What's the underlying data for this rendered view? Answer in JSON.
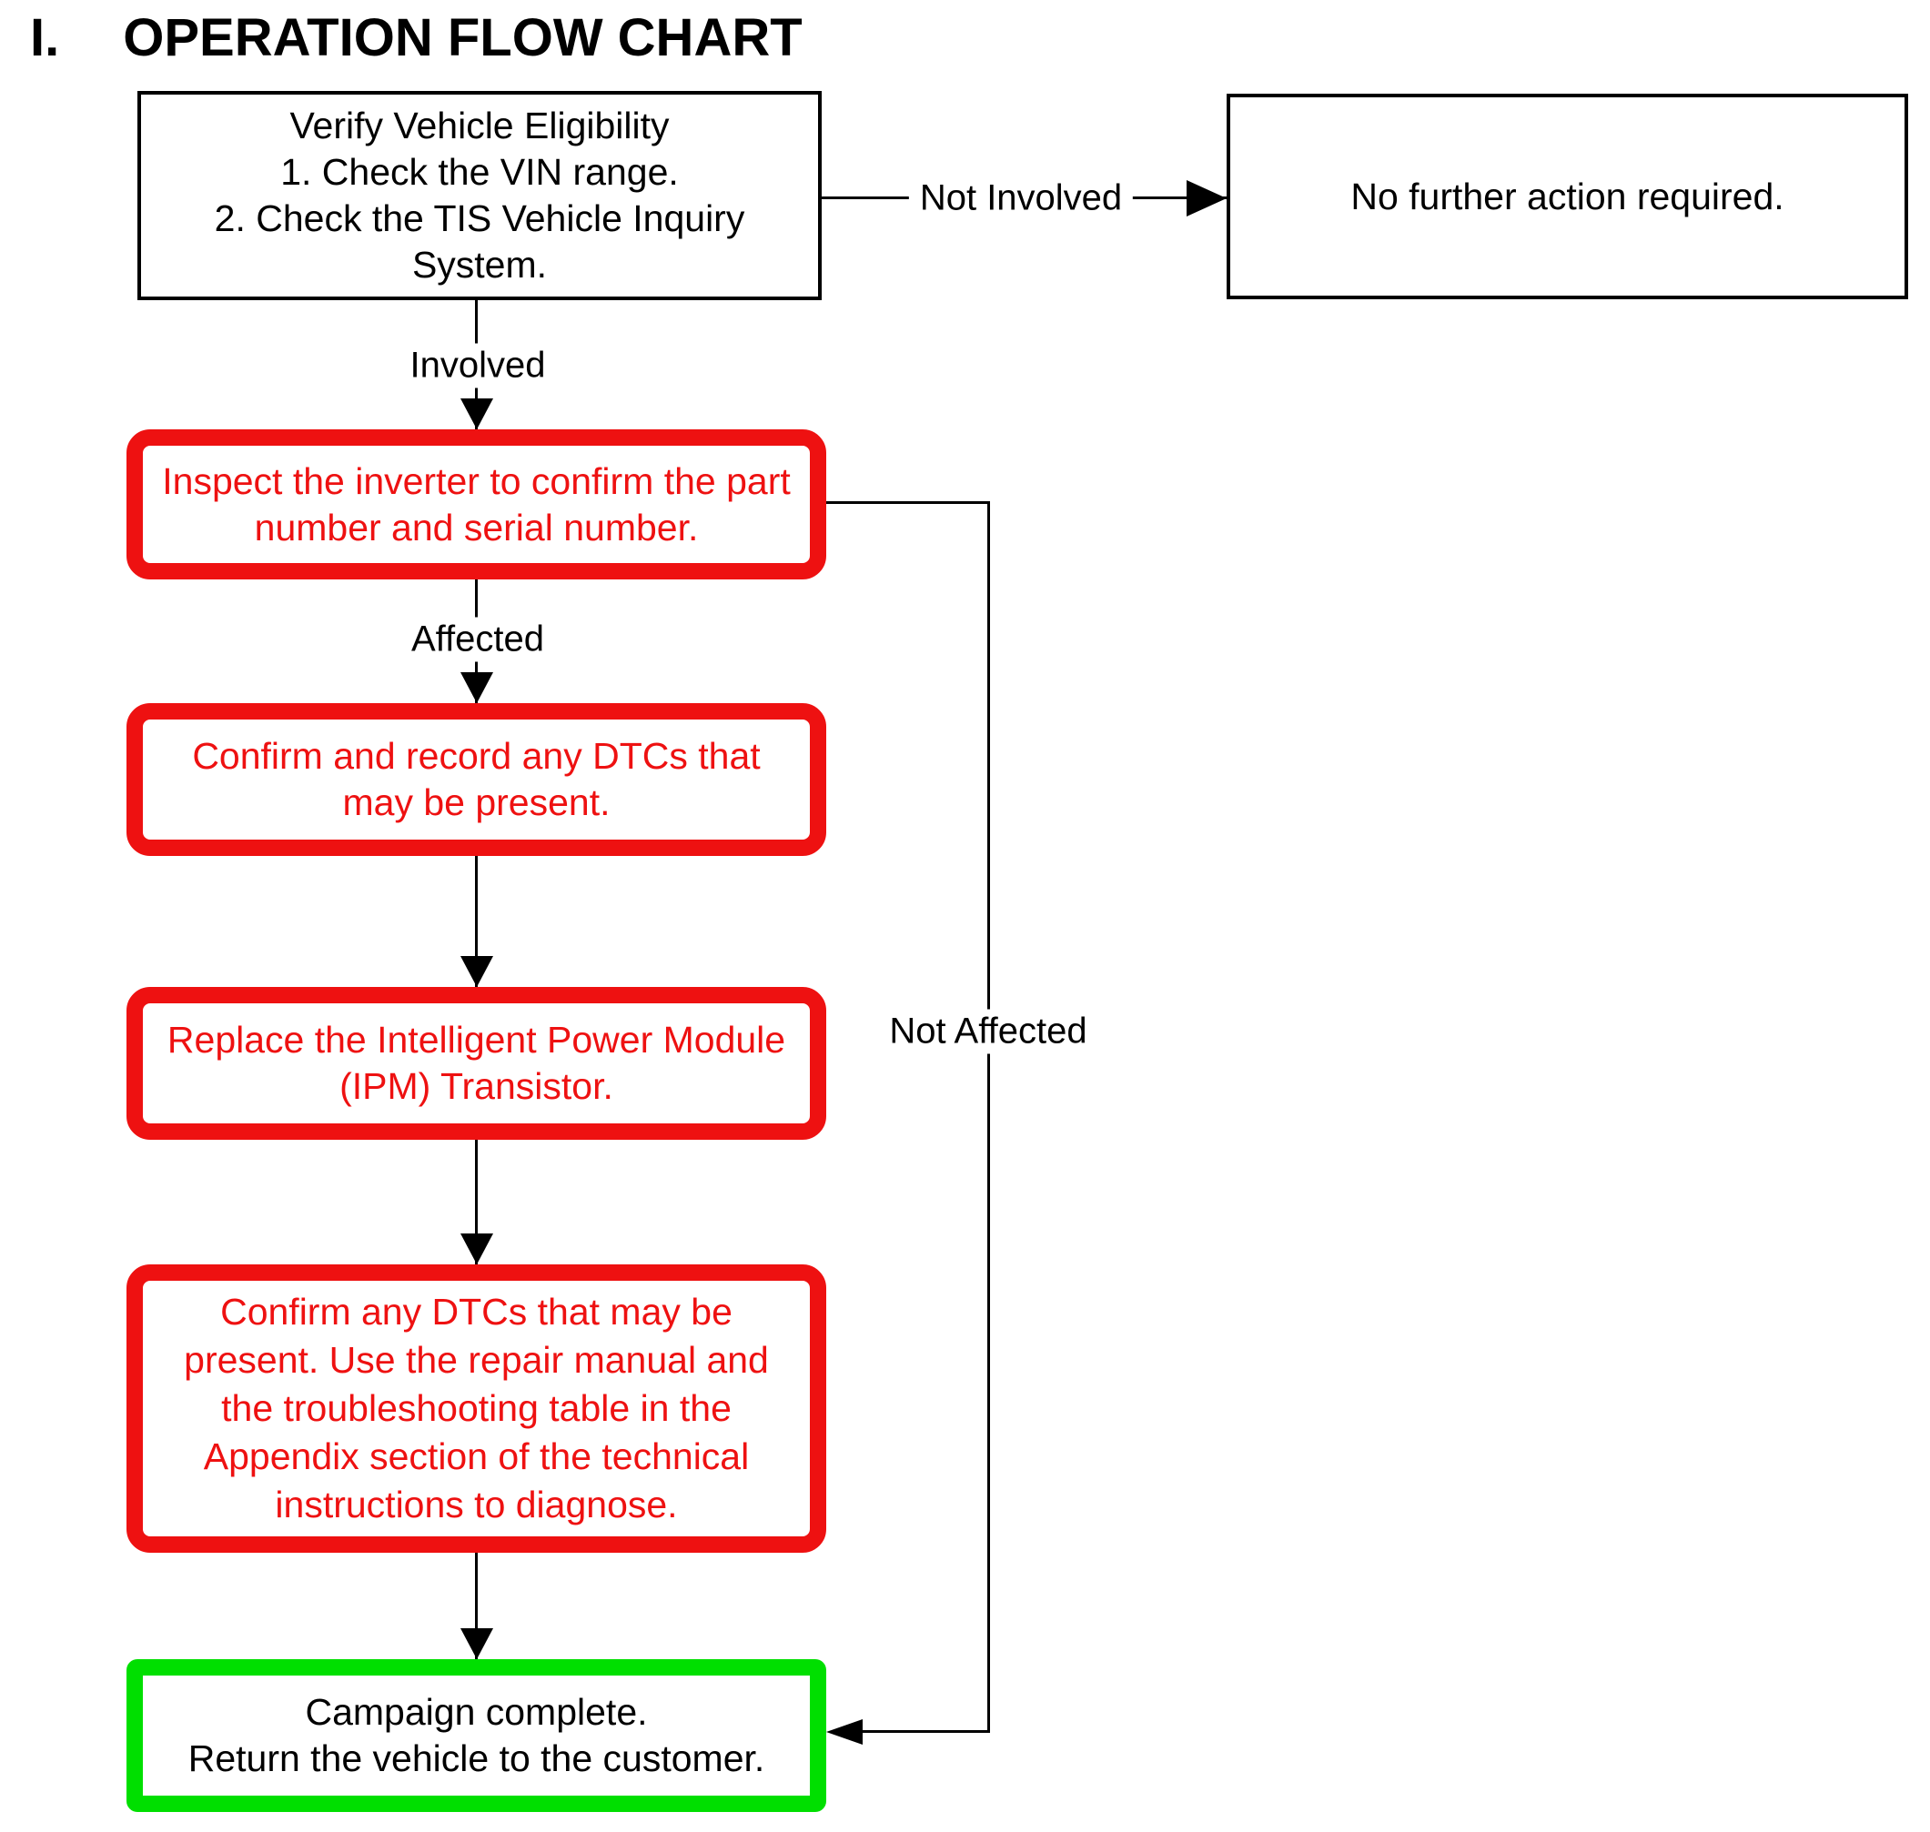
{
  "title": {
    "numeral": "I.",
    "text": "OPERATION FLOW CHART"
  },
  "colors": {
    "red": "#EE1111",
    "green": "#00DF00",
    "black": "#000000"
  },
  "nodes": {
    "verify": {
      "text": "Verify Vehicle Eligibility\n1. Check the VIN range.\n2. Check the TIS Vehicle Inquiry\nSystem."
    },
    "no_action": {
      "text": "No further action required."
    },
    "inspect": {
      "text": "Inspect the inverter to confirm the part\nnumber and serial number."
    },
    "confirm_record": {
      "text": "Confirm and record any DTCs that\nmay be present."
    },
    "replace_ipm": {
      "text": "Replace the Intelligent Power Module\n(IPM) Transistor."
    },
    "confirm_diagnose": {
      "text": "Confirm any DTCs that may be\npresent. Use the repair manual and\nthe troubleshooting table in the\nAppendix section of the technical\ninstructions to diagnose."
    },
    "complete": {
      "text": "Campaign complete.\nReturn the vehicle to the customer."
    }
  },
  "labels": {
    "not_involved": "Not Involved",
    "involved": "Involved",
    "affected": "Affected",
    "not_affected": "Not Affected"
  }
}
